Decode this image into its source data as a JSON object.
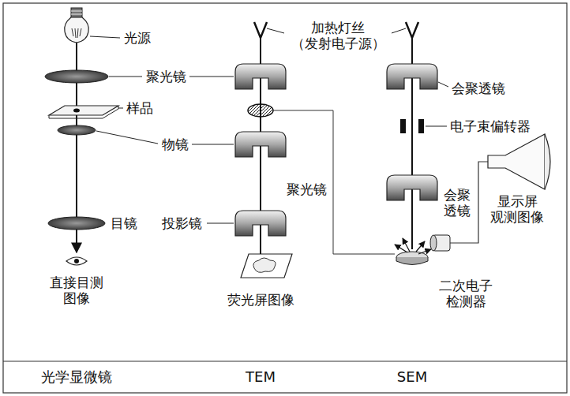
{
  "diagram": {
    "labels": [
      "光源",
      "加热灯丝 （发射电子源）",
      "聚光镜",
      "会聚透镜",
      "样品",
      "电子束偏转器",
      "物镜",
      "聚光镜",
      "会聚透镜",
      "显示屏 观测图像",
      "目镜",
      "投影镜",
      "二次电子 检测器",
      "直接目测 图像",
      "荧光屏图像",
      "光学显微镜",
      "TEM",
      "SEM"
    ]
  }
}
